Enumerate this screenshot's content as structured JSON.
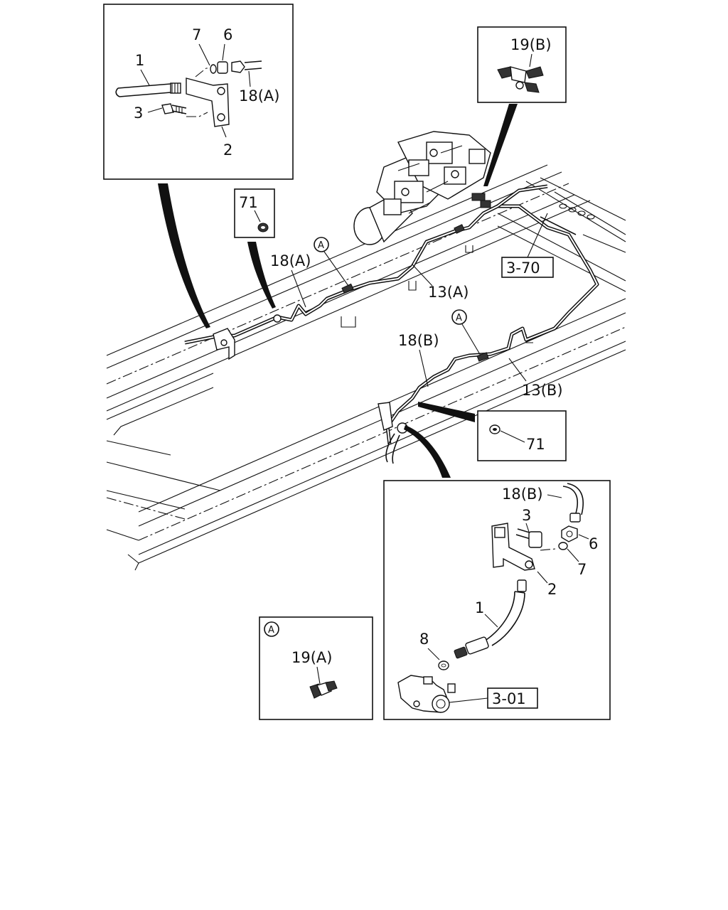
{
  "callouts": {
    "top_1": "1",
    "top_7": "7",
    "top_6": "6",
    "top_18a": "18(A)",
    "top_3": "3",
    "top_2": "2",
    "c71_top": "71",
    "c19b": "19(B)",
    "main_18a": "18(A)",
    "main_13a": "13(A)",
    "ref_370": "3-70",
    "main_18b": "18(B)",
    "main_13b": "13(B)",
    "c71_mid": "71",
    "br_18b": "18(B)",
    "br_3": "3",
    "br_6": "6",
    "br_7": "7",
    "br_2": "2",
    "br_1": "1",
    "br_8": "8",
    "ref_301": "3-01",
    "c19a": "19(A)"
  },
  "circle_marks": {
    "main_a1": "A",
    "main_a2": "A",
    "inset_a": "A"
  }
}
